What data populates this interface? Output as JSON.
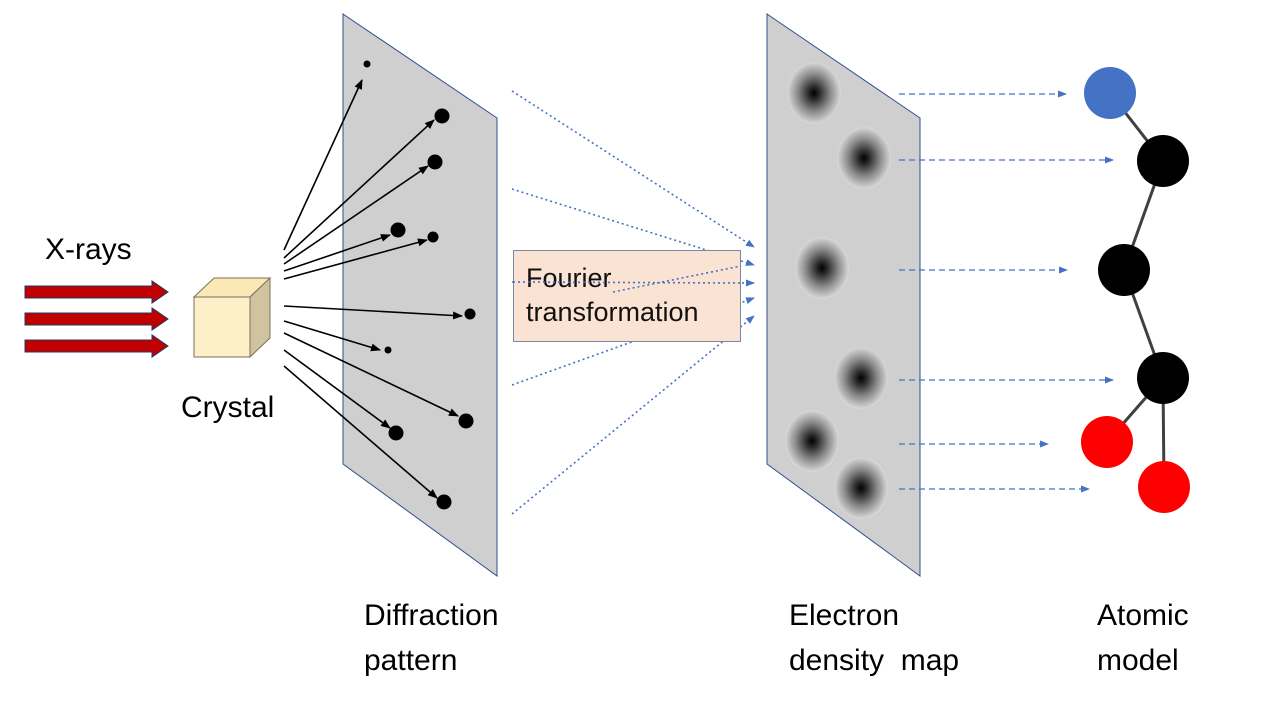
{
  "labels": {
    "xrays": "X-rays",
    "crystal": "Crystal",
    "diffraction_line1": "Diffraction",
    "diffraction_line2": "pattern",
    "fourier_line1": "Fourier",
    "fourier_line2": "transformation",
    "density_line1": "Electron",
    "density_line2": "density  map",
    "atomic_line1": "Atomic",
    "atomic_line2": "model"
  },
  "colors": {
    "xray_arrow": "#c00000",
    "crystal_front": "#fdf0c8",
    "crystal_top": "#fbe8b4",
    "crystal_side": "#cfc3a0",
    "screen": "#d0cfcf",
    "screen_edge": "#2f4f8a",
    "fourier_box": "#fbe3d4",
    "dotted_line": "#4472c4",
    "atom_blue": "#4472c4",
    "atom_black": "#000000",
    "atom_red": "#ff0000",
    "bond": "#404040"
  },
  "icons": {
    "xray_beam": "red-block-arrow",
    "crystal": "cube",
    "diffraction_spot": "black-dot",
    "density_blob": "radial-gradient-blob",
    "atom": "circle"
  }
}
